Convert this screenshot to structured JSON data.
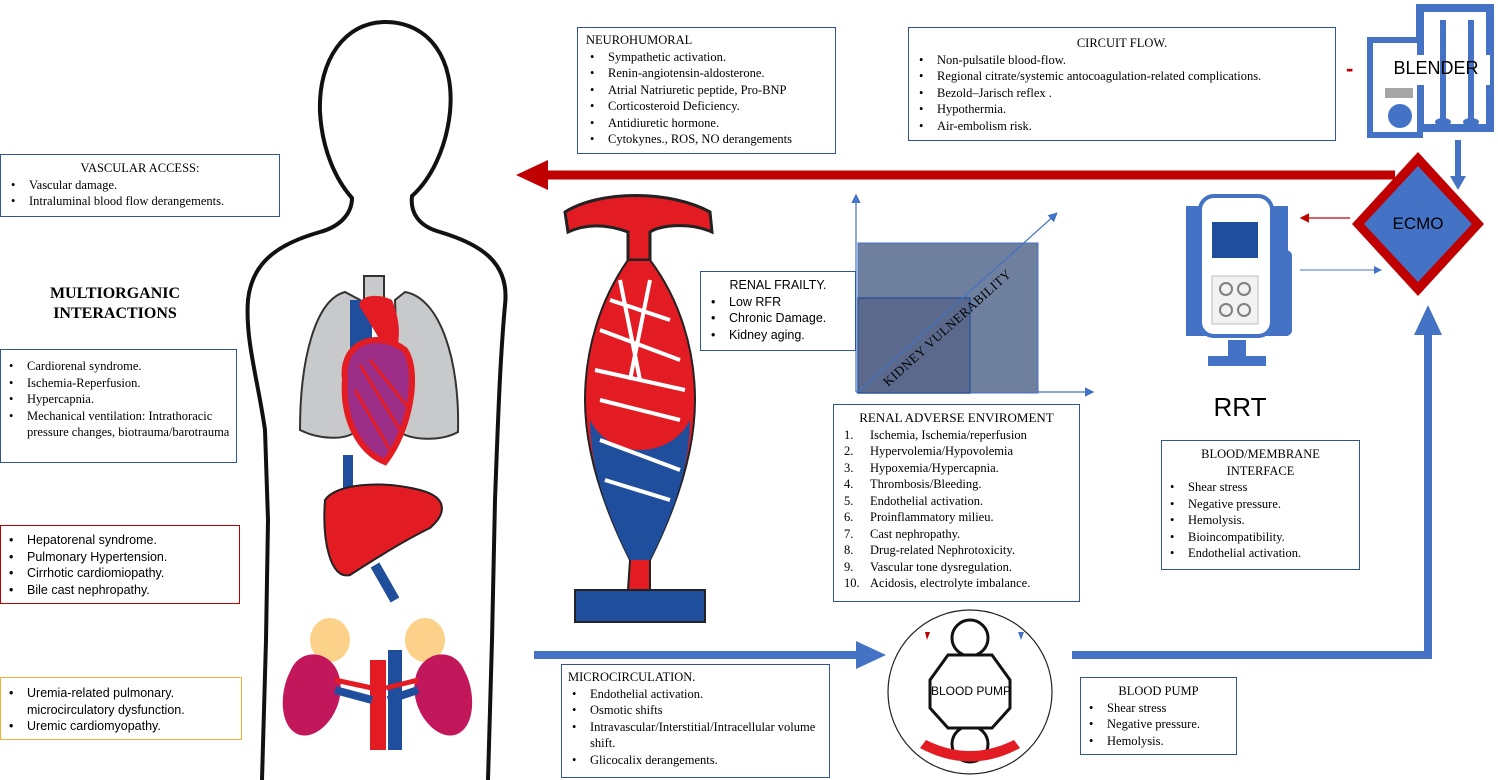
{
  "colors": {
    "blue_arrow": "#4472c4",
    "red_arrow": "#c00000",
    "box_border_blue": "#2f5597",
    "box_border_red": "#c00000",
    "box_border_yellow": "#f2b134"
  },
  "multiorganic": {
    "line1": "MULTIORGANIC",
    "line2": "INTERACTIONS"
  },
  "vascular_access": {
    "title": "VASCULAR ACCESS:",
    "items": [
      "Vascular damage.",
      "Intraluminal  blood  flow derangements."
    ]
  },
  "cardiorenal": {
    "items": [
      "Cardiorenal syndrome.",
      "Ischemia-Reperfusion.",
      "Hypercapnia.",
      "Mechanical ventilation: Intrathoracic pressure changes, biotrauma/barotrauma"
    ]
  },
  "hepatic": {
    "items": [
      "Hepatorenal  syndrome.",
      "Pulmonary Hypertension.",
      "Cirrhotic cardiomiopathy.",
      "Bile cast nephropathy."
    ]
  },
  "uremia": {
    "items": [
      "Uremia-related pulmonary. microcirculatory dysfunction.",
      "Uremic cardiomyopathy."
    ]
  },
  "neurohumoral": {
    "title": "NEUROHUMORAL",
    "items": [
      "Sympathetic activation.",
      "Renin-angiotensin-aldosterone.",
      "Atrial Natriuretic  peptide, Pro-BNP",
      "Corticosteroid Deficiency.",
      "Antidiuretic  hormone.",
      "Cytokynes., ROS, NO derangements"
    ]
  },
  "circuit_flow": {
    "title": "CIRCUIT FLOW.",
    "items": [
      "Non-pulsatile blood-flow.",
      "Regional citrate/systemic  antocoagulation-related complications.",
      "Bezold–Jarisch reflex .",
      "Hypothermia.",
      "Air-embolism risk."
    ]
  },
  "renal_frailty": {
    "title": "RENAL FRAILTY.",
    "items": [
      "Low RFR",
      "Chronic Damage.",
      "Kidney aging."
    ]
  },
  "kidney_chart": {
    "label": "KIDNEY  VULNERABILITY"
  },
  "renal_adverse": {
    "title": "RENAL  ADVERSE  ENVIROMENT",
    "items": [
      {
        "n": "1.",
        "t": "Ischemia, Ischemia/reperfusion"
      },
      {
        "n": "2.",
        "t": "Hypervolemia/Hypovolemia"
      },
      {
        "n": "3.",
        "t": "Hypoxemia/Hypercapnia."
      },
      {
        "n": "4.",
        "t": "Thrombosis/Bleeding."
      },
      {
        "n": "5.",
        "t": "Endothelial  activation."
      },
      {
        "n": "6.",
        "t": "Proinflammatory milieu."
      },
      {
        "n": "7.",
        "t": "Cast nephropathy."
      },
      {
        "n": "8.",
        "t": "Drug-related Nephrotoxicity."
      },
      {
        "n": "9.",
        "t": "Vascular tone dysregulation."
      },
      {
        "n": "10.",
        "t": "Acidosis, electrolyte imbalance."
      }
    ]
  },
  "blood_membrane": {
    "title": "BLOOD/MEMBRANE INTERFACE",
    "items": [
      "Shear stress",
      "Negative pressure.",
      "Hemolysis.",
      "Bioincompatibility.",
      "Endothelial  activation."
    ]
  },
  "microcirculation": {
    "title": "MICROCIRCULATION.",
    "items": [
      "Endothelial activation.",
      "Osmotic shifts",
      "Intravascular/Interstitial/Intracellular volume shift.",
      "Glicocalix derangements."
    ]
  },
  "blood_pump_box": {
    "title": "BLOOD PUMP",
    "items": [
      "Shear stress",
      "Negative pressure.",
      "Hemolysis."
    ]
  },
  "labels": {
    "blender": "BLENDER",
    "ecmo": "ECMO",
    "rrt": "RRT",
    "blood_pump": "BLOOD PUMP",
    "dash": "-"
  }
}
